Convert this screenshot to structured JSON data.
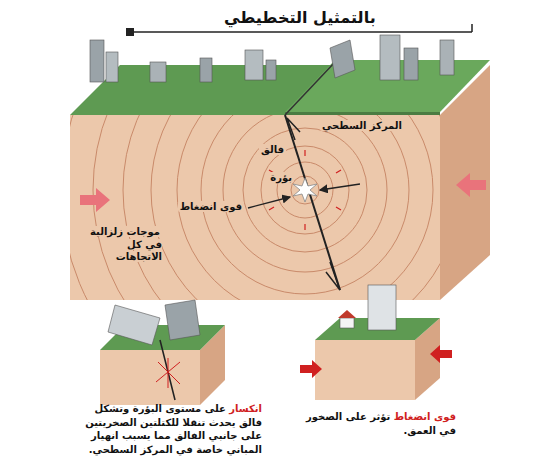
{
  "diagram": {
    "title": "بالتمثيل التخطيطي",
    "labels": [
      "المركز السطحي",
      "فالق",
      "بؤرة",
      "قوى انضغاط",
      "موجات زلزالية في كل الاتجاهات",
      "انكسار",
      "على مستوى البؤرة وتشكل فالق يحدث تنقلا للكتلتين الصخريتين على جانبي الفالق مما يسبب انهيار المباني خاصة في المركز السطحي.",
      "قوى انضغاط",
      "تؤثر على الصخور في العمق."
    ]
  }
}
